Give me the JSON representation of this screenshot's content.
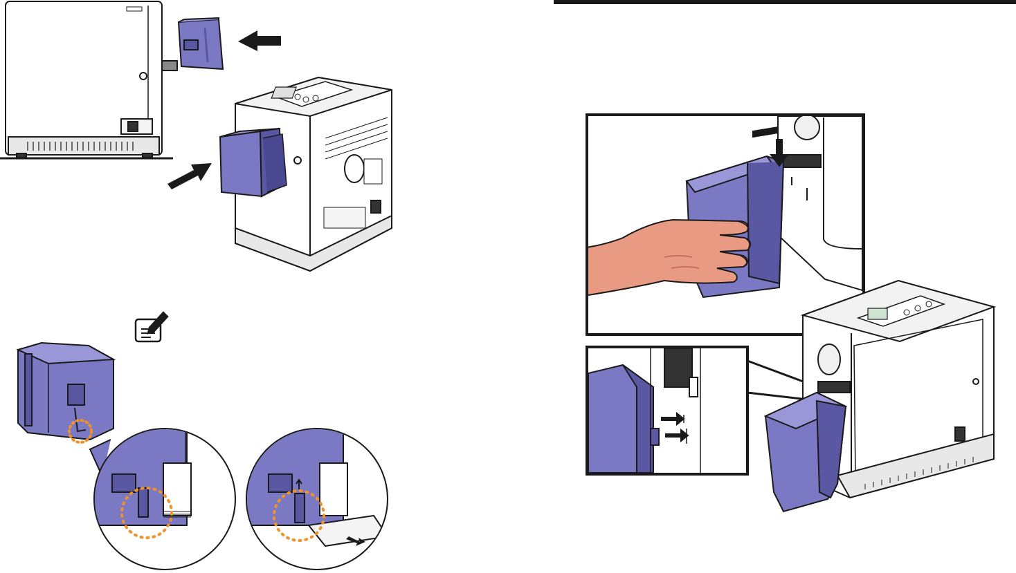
{
  "document": {
    "left_page": {
      "illustrations": [
        "printer-side-view",
        "input-hopper-module",
        "printer-isometric-with-hopper",
        "note-icon",
        "hopper-detail",
        "magnified-latch-closed",
        "magnified-latch-open"
      ]
    },
    "right_page": {
      "illustrations": [
        "hand-installing-output-tray",
        "output-tray-clip-detail",
        "printer-with-output-tray"
      ]
    }
  },
  "colors": {
    "module": "#7b78c4",
    "module_dark": "#5a57a3",
    "module_light": "#9a97d8",
    "outline": "#1a1a1a",
    "highlight": "#f0922a",
    "skin": "#e89a82",
    "skin_dark": "#c87060",
    "printer_body": "#ffffff",
    "printer_shade": "#e8e8e8"
  }
}
